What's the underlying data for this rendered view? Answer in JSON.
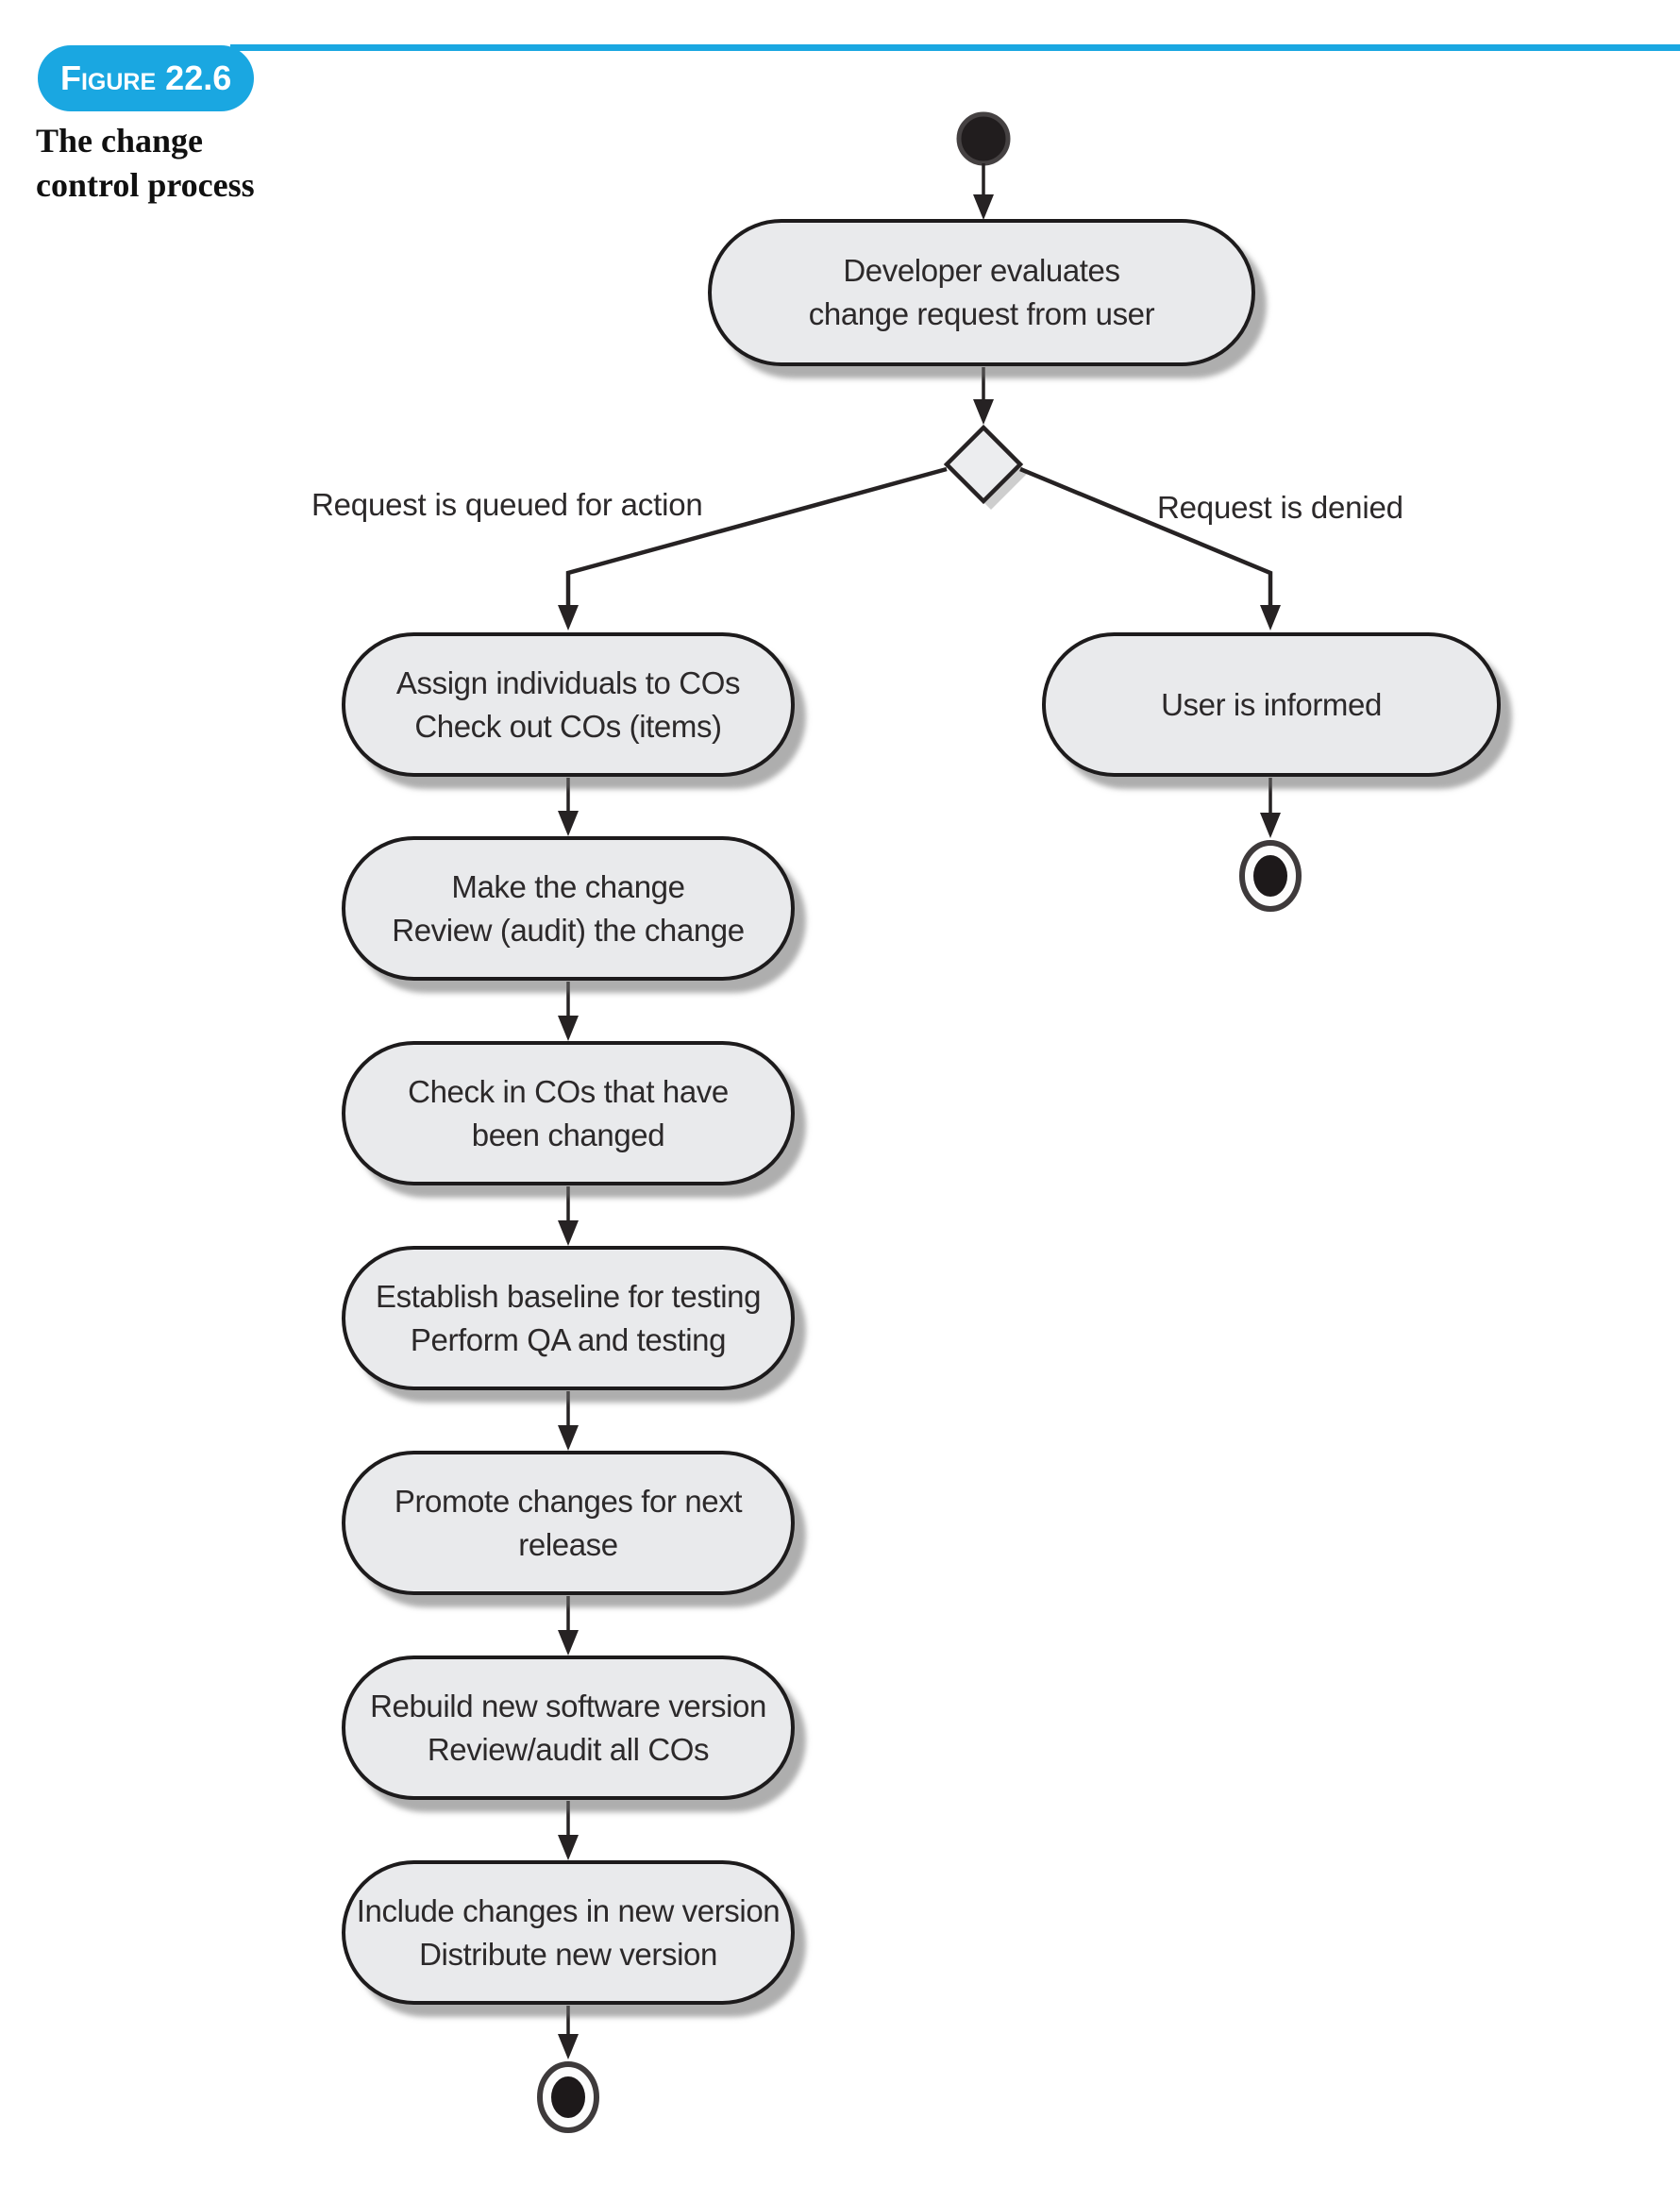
{
  "figure_header": {
    "tag_label": "Figure 22.6",
    "caption": "The change\ncontrol process"
  },
  "colors": {
    "accent_blue": "#1AA7E1",
    "node_fill": "#E9EAEC",
    "node_border": "#1D1B1C",
    "line_color": "#262223",
    "text_dark": "#2C292A"
  },
  "flow": {
    "start_activity": "Developer evaluates\nchange request from user",
    "decision_labels": {
      "left": "Request is queued for action",
      "right": "Request is denied"
    },
    "left_branch": [
      "Assign individuals to COs\nCheck out COs (items)",
      "Make the change\nReview (audit) the change",
      "Check in COs that have\nbeen changed",
      "Establish baseline for testing\nPerform QA and testing",
      "Promote changes for next\nrelease",
      "Rebuild new software version\nReview/audit all COs",
      "Include changes in new version\nDistribute new version"
    ],
    "right_branch": [
      "User is informed"
    ]
  }
}
